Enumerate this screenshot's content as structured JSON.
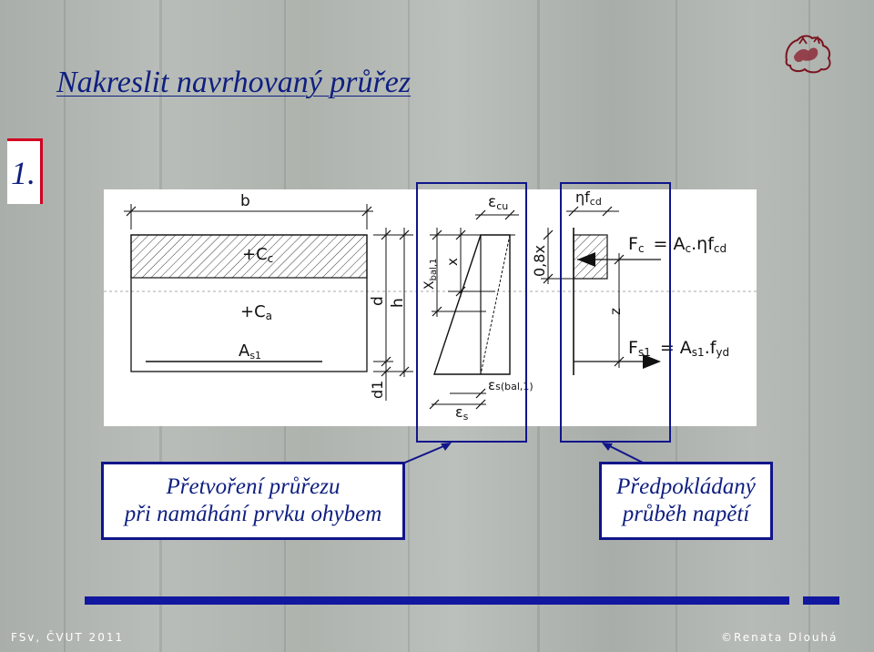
{
  "slide": {
    "title": "Nakreslit navrhovaný průřez",
    "step_number": "1.",
    "footer_left": "FSv, ČVUT 2011",
    "footer_right": "©Renata Dlouhá"
  },
  "captions": {
    "left": {
      "line1": "Přetvoření průřezu",
      "line2": "při namáhání prvku ohybem"
    },
    "right": {
      "line1": "Předpokládaný",
      "line2": "průběh napětí"
    }
  },
  "diagram": {
    "section": {
      "b": "b",
      "h": "h",
      "d": "d",
      "d1": "d1",
      "Cc": "+C",
      "Cc_sub": "c",
      "Ca": "+C",
      "Ca_sub": "a",
      "As1": "A",
      "As1_sub": "s1"
    },
    "strain": {
      "x_bal": "X",
      "x_bal_sub": "bal,1",
      "x": "x",
      "eps_cu": "ε",
      "eps_cu_sub": "cu",
      "eps_s_bal": "ε",
      "eps_s_bal_sub": "s(bal,1)",
      "eps_s": "ε",
      "eps_s_sub": "s"
    },
    "stress": {
      "ofx": "0,8x",
      "eta_fcd": "ηf",
      "eta_fcd_sub": "cd",
      "z": "z",
      "Fc": "F",
      "Fc_sub": "c",
      "Fc_eq": "= A",
      "Fc_eq_sub": "c",
      "Fc_rhs": ".ηf",
      "Fc_rhs_sub": "cd",
      "Fs1": "F",
      "Fs1_sub": "s1",
      "Fs1_eq": "= A",
      "Fs1_eq_sub": "s1",
      "Fs1_rhs": ".f",
      "Fs1_rhs_sub": "yd"
    }
  },
  "colors": {
    "accent_blue": "#11158a",
    "title_blue": "#0f1f80",
    "step_red": "#d1001f"
  },
  "icons": {
    "logo": "university-lion-logo"
  }
}
